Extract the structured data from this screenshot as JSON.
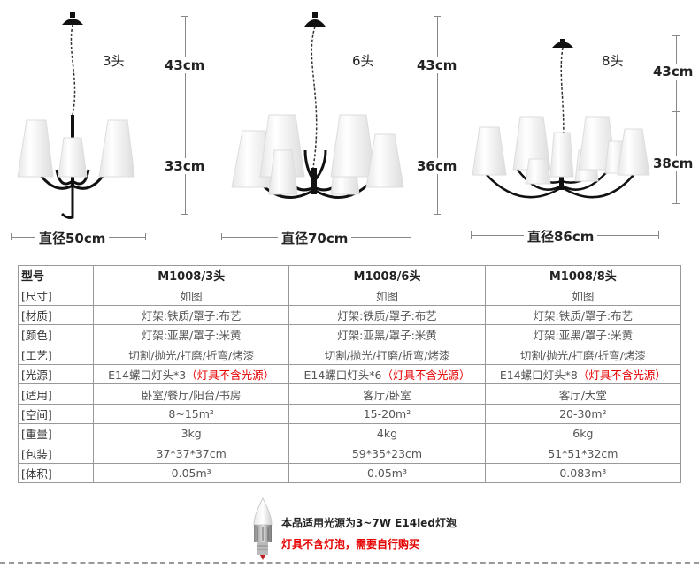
{
  "products": [
    {
      "heads": "3头",
      "top_height": "43cm",
      "body_height": "33cm",
      "diameter": "直径50cm"
    },
    {
      "heads": "6头",
      "top_height": "43cm",
      "body_height": "36cm",
      "diameter": "直径70cm"
    },
    {
      "heads": "8头",
      "top_height": "43cm",
      "body_height": "38cm",
      "diameter": "直径86cm"
    }
  ],
  "table": {
    "header": {
      "label": "型号",
      "m1": "M1008/3头",
      "m2": "M1008/6头",
      "m3": "M1008/8头"
    },
    "rows": [
      {
        "label": "[尺寸]",
        "v1": "如图",
        "v2": "如图",
        "v3": "如图"
      },
      {
        "label": "[材质]",
        "v1": "灯架:铁质/罩子:布艺",
        "v2": "灯架:铁质/罩子:布艺",
        "v3": "灯架:铁质/罩子:布艺"
      },
      {
        "label": "[颜色]",
        "v1": "灯架:亚黑/罩子:米黄",
        "v2": "灯架:亚黑/罩子:米黄",
        "v3": "灯架:亚黑/罩子:米黄"
      },
      {
        "label": "[工艺]",
        "v1": "切割/抛光/打磨/折弯/烤漆",
        "v2": "切割/抛光/打磨/折弯/烤漆",
        "v3": "切割/抛光/打磨/折弯/烤漆"
      },
      {
        "label": "[光源]",
        "v1": "E14螺口灯头*3",
        "v2": "E14螺口灯头*6",
        "v3": "E14螺口灯头*8",
        "note": "（灯具不含光源）"
      },
      {
        "label": "[适用]",
        "v1": "卧室/餐厅/阳台/书房",
        "v2": "客厅/卧室",
        "v3": "客厅/大堂"
      },
      {
        "label": "[空间]",
        "v1": "8~15m²",
        "v2": "15-20m²",
        "v3": "20-30m²"
      },
      {
        "label": "[重量]",
        "v1": "3kg",
        "v2": "4kg",
        "v3": "6kg"
      },
      {
        "label": "[包装]",
        "v1": "37*37*37cm",
        "v2": "59*35*23cm",
        "v3": "51*51*32cm"
      },
      {
        "label": "[体积]",
        "v1": "0.05m³",
        "v2": "0.05m³",
        "v3": "0.083m³"
      }
    ]
  },
  "notice": {
    "line1": "本品适用光源为3~7W E14led灯泡",
    "line2": "灯具不含灯泡，需要自行购买"
  },
  "colors": {
    "frame": "#111111",
    "shade": "#ffffff",
    "warning": "#e60000"
  }
}
